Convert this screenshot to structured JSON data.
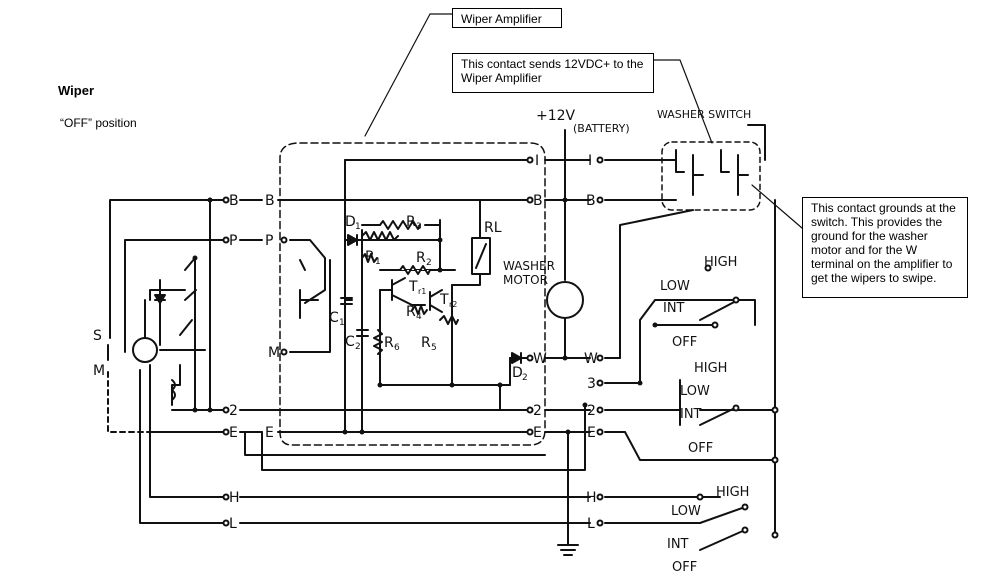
{
  "callouts": {
    "amplifier": "Wiper Amplifier",
    "contact_12v": "This contact sends 12VDC+ to the Wiper Amplifier",
    "contact_ground": "This contact grounds at the switch. This provides the ground for the washer motor and for the W terminal on the amplifier to get the wipers to swipe."
  },
  "titles": {
    "wiper": "Wiper",
    "position": "“OFF” position"
  },
  "supply": {
    "voltage": "+12V",
    "battery": "(BATTERY)"
  },
  "washer_switch": "WASHER SWITCH",
  "washer_motor": [
    "WASHER",
    "MOTOR"
  ],
  "motor_terminals": [
    "B",
    "P",
    "2",
    "E",
    "H",
    "L"
  ],
  "motor_marks": {
    "S": "S",
    "M": "M"
  },
  "amp_left_terminals": [
    "B",
    "P",
    "M",
    "E"
  ],
  "amp_right_terminals": [
    "I",
    "B",
    "W",
    "2",
    "E"
  ],
  "components": {
    "D1": "D",
    "D1s": "1",
    "R1": "R",
    "R1s": "1",
    "R2": "R",
    "R2s": "2",
    "R3": "R",
    "R3s": "3",
    "R4": "R",
    "R4s": "4",
    "R5": "R",
    "R5s": "5",
    "R6": "R",
    "R6s": "6",
    "C1": "C",
    "C1s": "1",
    "C2": "C",
    "C2s": "2",
    "Tr1": "T",
    "Tr1s": "r1",
    "Tr2": "T",
    "Tr2s": "r2",
    "RL": "RL",
    "D2": "D",
    "D2s": "2"
  },
  "switch_terminals": [
    "I",
    "B",
    "W",
    "3",
    "2",
    "E",
    "H",
    "L"
  ],
  "switch_positions": {
    "group1": [
      "HIGH",
      "LOW",
      "INT",
      "OFF"
    ],
    "group2": [
      "HIGH",
      "LOW",
      "INT",
      "OFF"
    ],
    "group3": [
      "HIGH",
      "LOW",
      "INT",
      "OFF"
    ]
  }
}
